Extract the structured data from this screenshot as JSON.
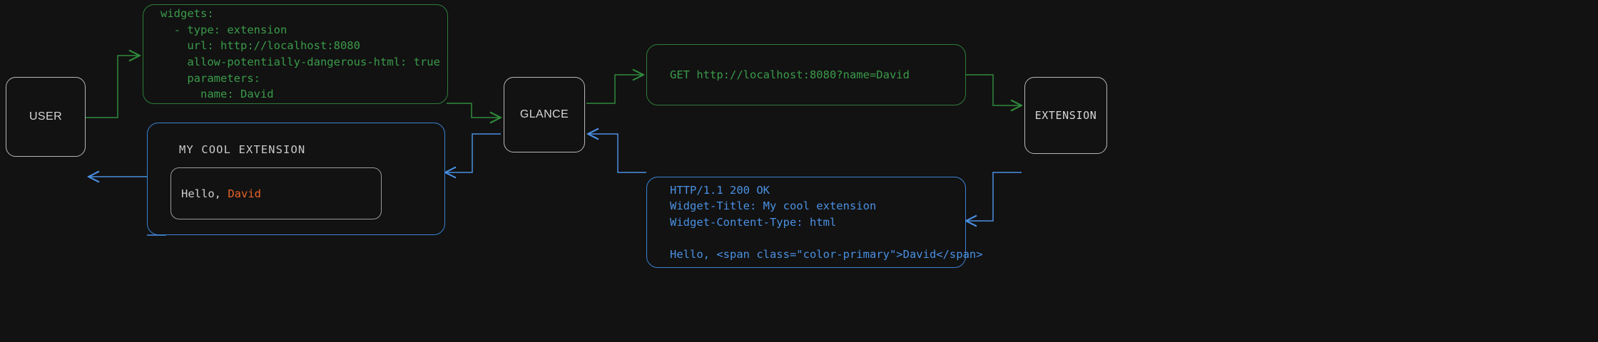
{
  "diagram": {
    "title": "Glance extension request flow",
    "background_color": "#121212",
    "colors": {
      "request_green": "#3a9b4a",
      "response_blue": "#4a90e2",
      "node_border": "#b8b8b8",
      "node_text": "#d6d6d6",
      "accent_primary": "#e8642a"
    }
  },
  "nodes": {
    "user": {
      "label": "USER"
    },
    "glance": {
      "label": "GLANCE"
    },
    "extension": {
      "label": "EXTENSION"
    }
  },
  "boxes": {
    "config_yaml": {
      "color": "#3a9b4a",
      "lines": [
        "widgets:",
        "  - type: extension",
        "    url: http://localhost:8080",
        "    allow-potentially-dangerous-html: true",
        "    parameters:",
        "      name: David"
      ],
      "text": "widgets:\n  - type: extension\n    url: http://localhost:8080\n    allow-potentially-dangerous-html: true\n    parameters:\n      name: David"
    },
    "http_request": {
      "color": "#3a9b4a",
      "lines": [
        "GET http://localhost:8080?name=David"
      ],
      "text": "GET http://localhost:8080?name=David"
    },
    "http_response": {
      "color": "#4a90e2",
      "lines": [
        "HTTP/1.1 200 OK",
        "Widget-Title: My cool extension",
        "Widget-Content-Type: html",
        "",
        "Hello, <span class=\"color-primary\">David</span>"
      ],
      "text": "HTTP/1.1 200 OK\nWidget-Title: My cool extension\nWidget-Content-Type: html\n\nHello, <span class=\"color-primary\">David</span>"
    },
    "rendered_widget": {
      "color": "#4a90e2",
      "title": "MY COOL EXTENSION",
      "greeting_prefix": "Hello, ",
      "greeting_name": "David"
    }
  },
  "edges": [
    {
      "name": "user-to-config",
      "color": "#3a9b4a",
      "direction": "right"
    },
    {
      "name": "config-to-glance",
      "color": "#3a9b4a",
      "direction": "right"
    },
    {
      "name": "glance-to-request",
      "color": "#3a9b4a",
      "direction": "right"
    },
    {
      "name": "request-to-extension",
      "color": "#3a9b4a",
      "direction": "right"
    },
    {
      "name": "extension-to-response",
      "color": "#4a90e2",
      "direction": "left"
    },
    {
      "name": "response-to-glance",
      "color": "#4a90e2",
      "direction": "left"
    },
    {
      "name": "glance-to-widget",
      "color": "#4a90e2",
      "direction": "left"
    },
    {
      "name": "widget-to-user",
      "color": "#4a90e2",
      "direction": "left"
    }
  ]
}
